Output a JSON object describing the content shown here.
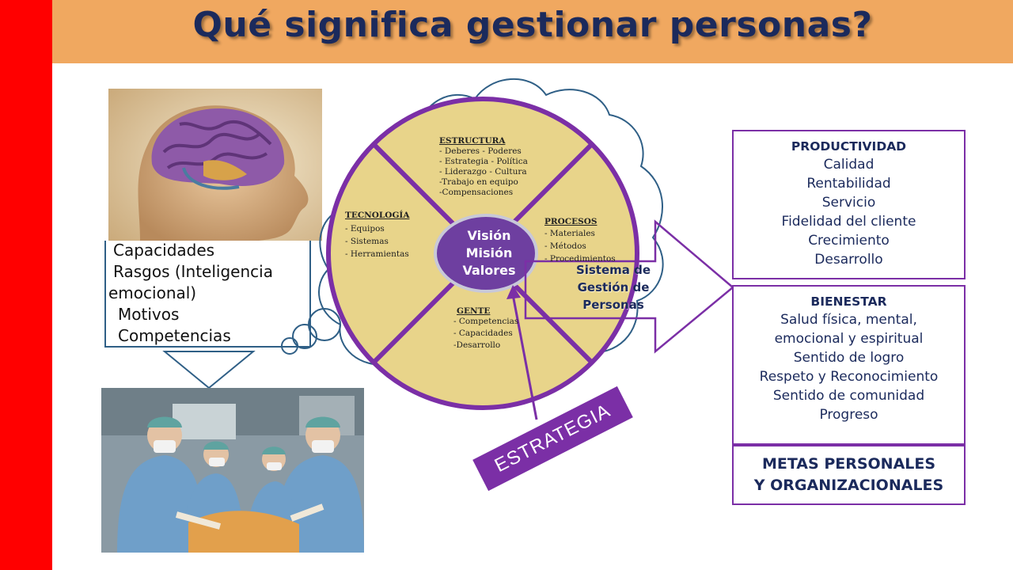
{
  "title": "Qué significa gestionar personas?",
  "left": {
    "traits": [
      "Capacidades",
      "Rasgos (Inteligencia",
      "emocional)",
      "Motivos",
      "Competencias"
    ]
  },
  "wheel": {
    "center": [
      "Visión",
      "Misión",
      "Valores"
    ],
    "estructura": {
      "heading": "ESTRUCTURA",
      "items": [
        "- Deberes - Poderes",
        "- Estrategia - Política",
        "- Liderazgo - Cultura",
        "-Trabajo en equipo",
        "-Compensaciones"
      ]
    },
    "tecnologia": {
      "heading": "TECNOLOGÍA",
      "items": [
        "- Equipos",
        "- Sistemas",
        "- Herramientas"
      ]
    },
    "procesos": {
      "heading": "PROCESOS",
      "items": [
        "- Materiales",
        "- Métodos",
        "- Procedimientos"
      ]
    },
    "gente": {
      "heading": "GENTE",
      "items": [
        "- Competencias",
        "- Capacidades",
        "-Desarrollo"
      ]
    },
    "system_label": [
      "Sistema de",
      "Gestión de",
      "Personas"
    ],
    "strategy": "ESTRATEGIA"
  },
  "right": {
    "productividad": {
      "heading": "PRODUCTIVIDAD",
      "items": [
        "Calidad",
        "Rentabilidad",
        "Servicio",
        "Fidelidad del cliente",
        "Crecimiento",
        "Desarrollo"
      ]
    },
    "bienestar": {
      "heading": "BIENESTAR",
      "items": [
        "Salud física, mental,",
        "emocional y espiritual",
        "Sentido de logro",
        "Respeto y Reconocimiento",
        "Sentido de comunidad",
        "Progreso"
      ]
    },
    "metas": [
      "METAS PERSONALES",
      "Y ORGANIZACIONALES"
    ]
  },
  "colors": {
    "accent_purple": "#7b2fa6",
    "title_bar": "#f0a860",
    "left_bar": "#ff0000",
    "wheel_fill": "#e8d48a",
    "cloud_stroke": "#2f5f86",
    "navy_text": "#1b2a5c"
  }
}
